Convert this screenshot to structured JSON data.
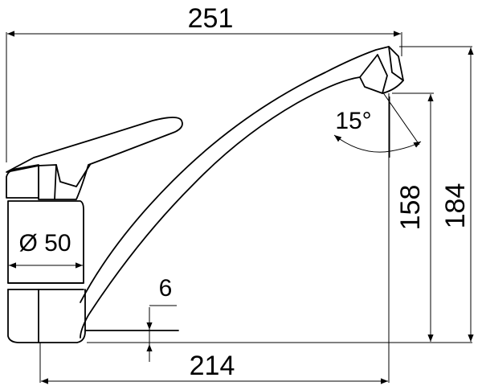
{
  "dimensions": {
    "overall_width": "251",
    "base_width": "214",
    "overall_height": "184",
    "spout_height": "158",
    "body_diameter": "Ø 50",
    "plate_thickness": "6",
    "spout_angle": "15°"
  },
  "colors": {
    "stroke": "#000000",
    "background": "#ffffff"
  }
}
